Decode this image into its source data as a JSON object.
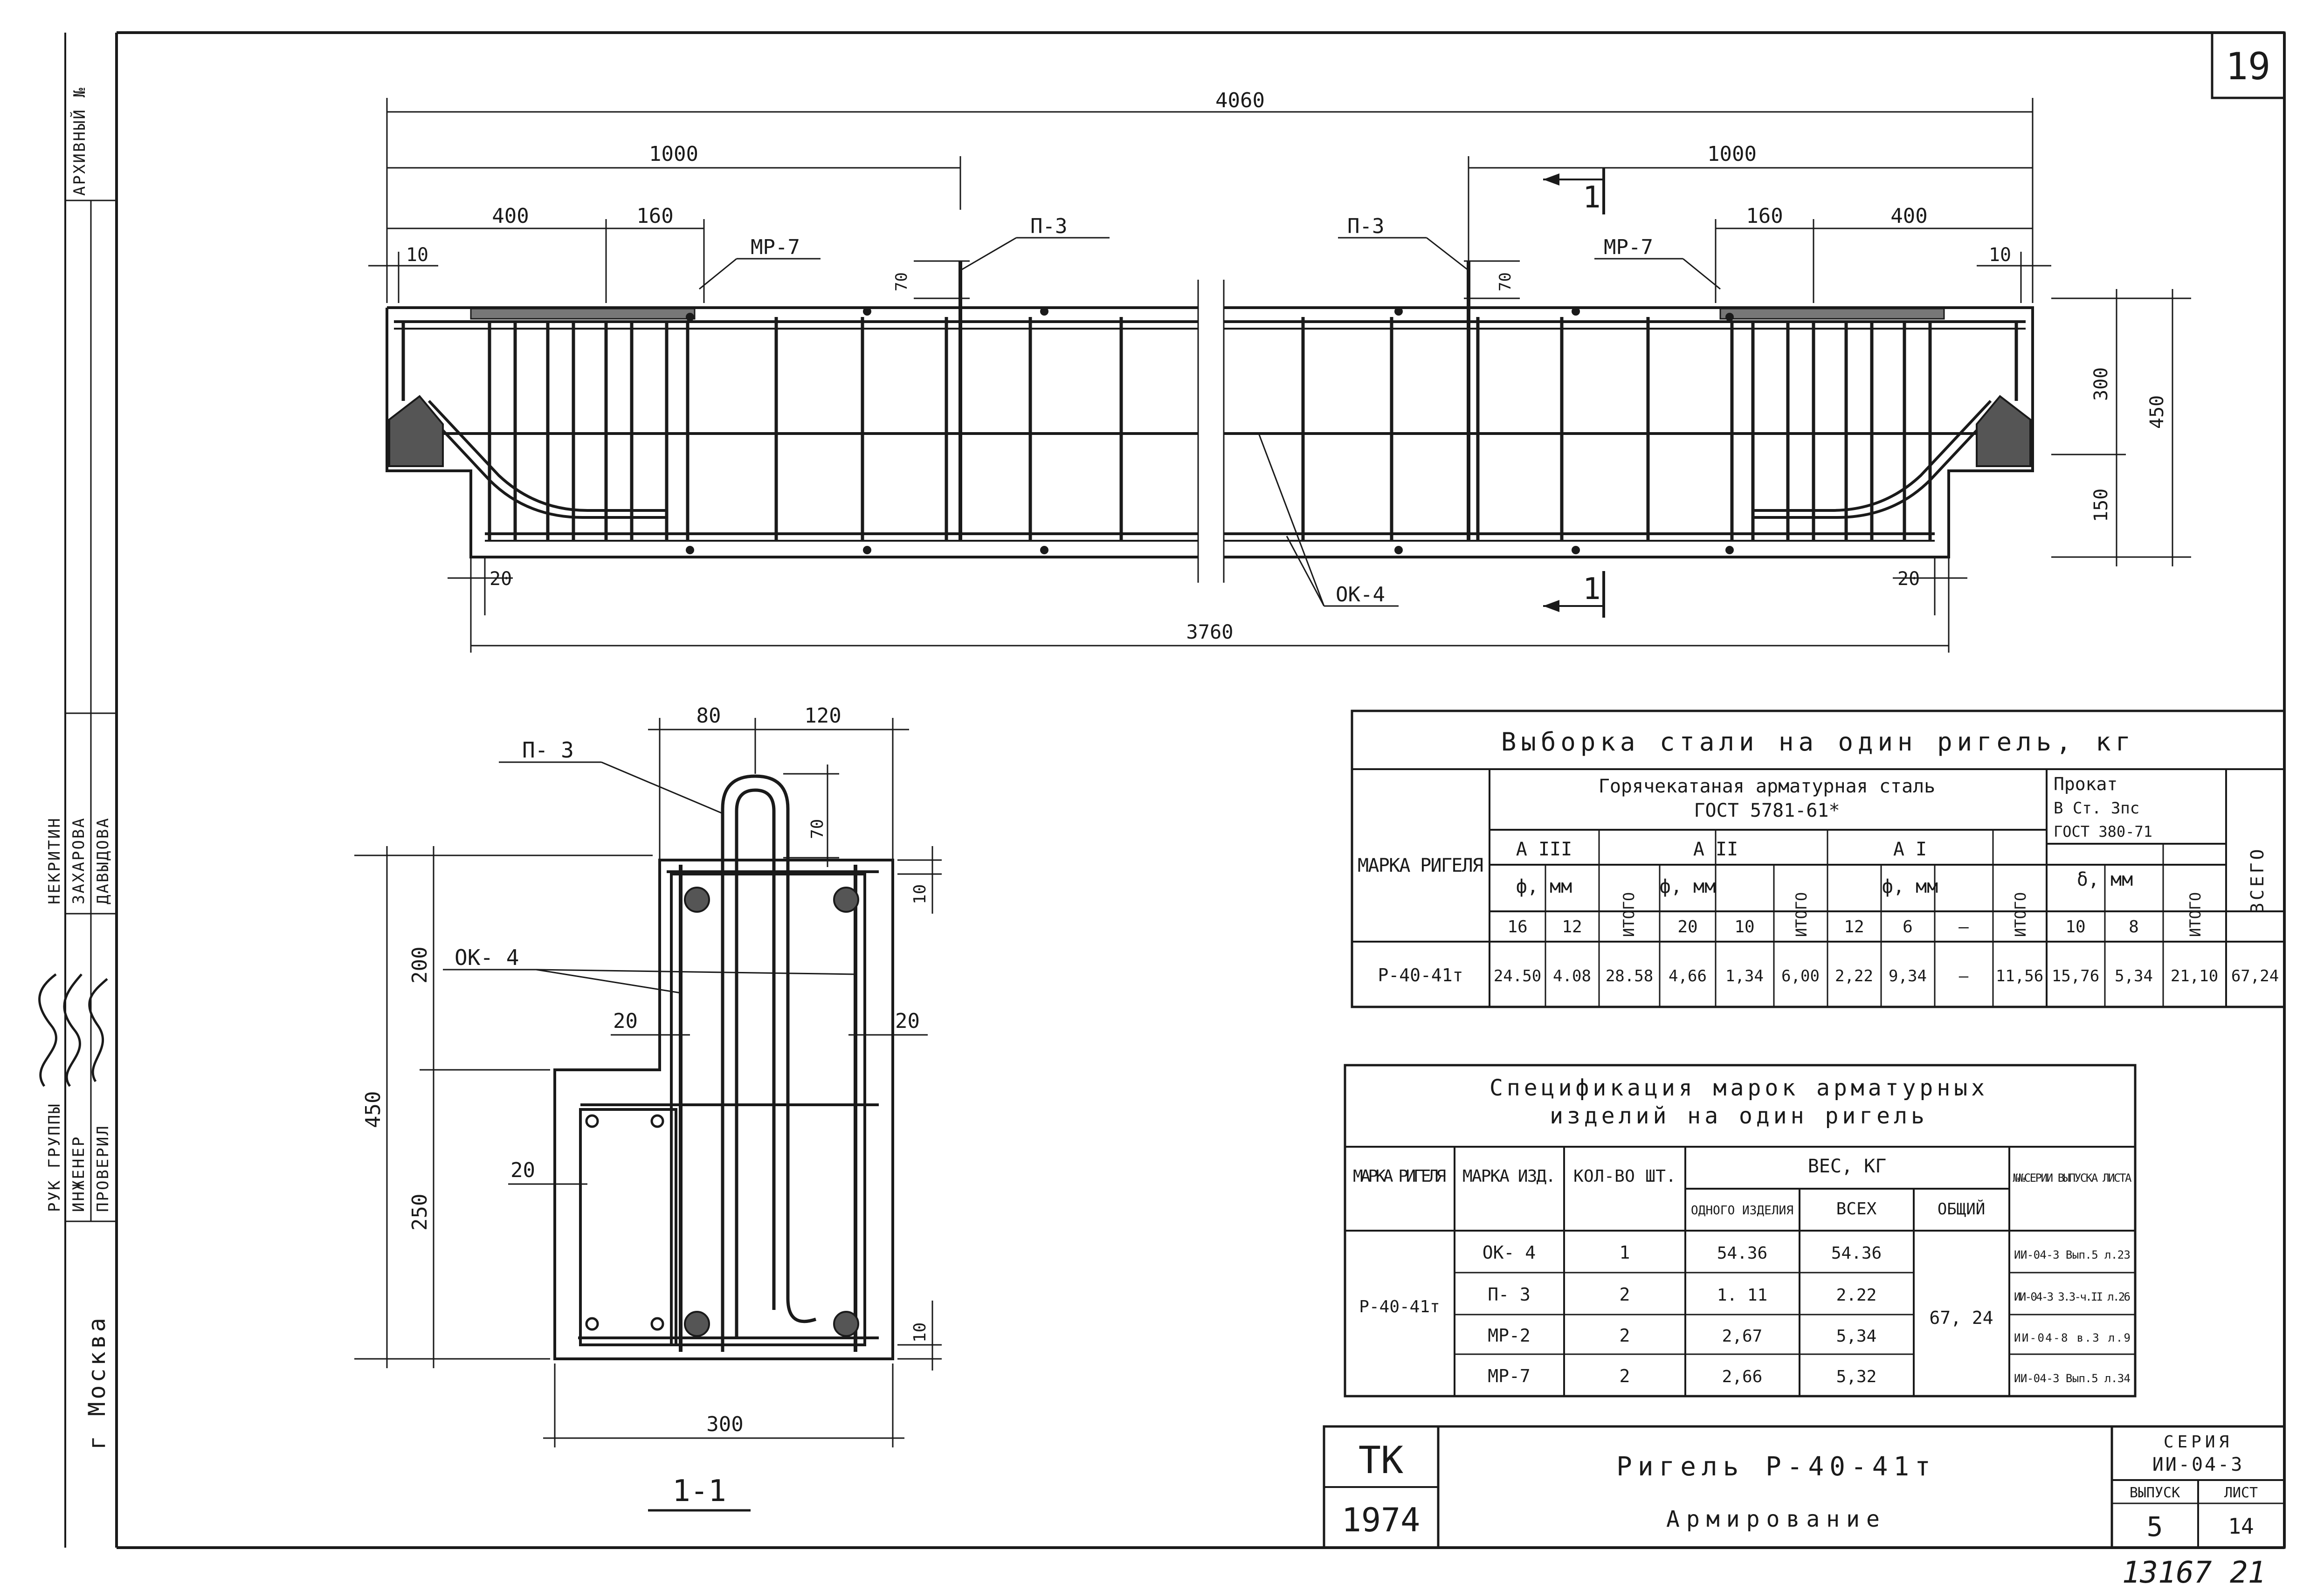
{
  "sheet_number": "19",
  "archive_label": "АРХИВНЫЙ №",
  "city": "г Москва",
  "roles": {
    "group_head": "РУК ГРУППЫ",
    "engineer": "ИНЖЕНЕР",
    "checked": "ПРОВЕРИЛ"
  },
  "people": {
    "group_head": "НЕКРИТИН",
    "engineer": "ЗАХАРОВА",
    "checked": "ДАВЫДОВА"
  },
  "elevation": {
    "dim_total": "4060",
    "dim_left_1000": "1000",
    "dim_right_1000": "1000",
    "dim_400_left": "400",
    "dim_160_left": "160",
    "dim_10_left": "10",
    "dim_160_right": "160",
    "dim_400_right": "400",
    "dim_10_right": "10",
    "dim_70_left": "70",
    "dim_70_right": "70",
    "dim_300": "300",
    "dim_450": "450",
    "dim_150": "150",
    "dim_20_left": "20",
    "dim_20_right": "20",
    "dim_3760": "3760",
    "label_mp7_left": "МР-7",
    "label_p3_left": "П-3",
    "label_p3_right": "П-3",
    "label_mp7_right": "МР-7",
    "label_ok4": "ОК-4",
    "section_mark_top": "1",
    "section_mark_bottom": "1"
  },
  "section": {
    "title": "1-1",
    "dim_80": "80",
    "dim_120": "120",
    "dim_70": "70",
    "dim_200": "200",
    "dim_450": "450",
    "dim_250": "250",
    "dim_10_top": "10",
    "dim_10_bottom": "10",
    "dim_20_a": "20",
    "dim_20_b": "20",
    "dim_20_c": "20",
    "dim_300": "300",
    "label_p3": "П- 3",
    "label_ok4": "ОК- 4"
  },
  "steel_table": {
    "title": "Выборка стали на один ригель, кг",
    "col_mark": "МАРКА РИГЕЛЯ",
    "group_hot": "Горячекатаная арматурная сталь",
    "gost_hot": "ГОСТ 5781-61*",
    "group_rolled": "Прокат",
    "rolled_grade": "В Ст. 3пс",
    "gost_rolled": "ГОСТ 380-71",
    "col_total": "ВСЕГО",
    "class_a3": "А III",
    "class_a2": "А II",
    "class_a1": "А I",
    "dia_label": "ф, мм",
    "delta_label": "δ, мм",
    "itogo": "ИТОГО",
    "diameters": [
      "16",
      "12",
      "20",
      "10",
      "12",
      "6",
      "—",
      "10",
      "8"
    ],
    "row": {
      "mark": "Р-40-41т",
      "values": [
        "24.50",
        "4.08",
        "28.58",
        "4,66",
        "1,34",
        "6,00",
        "2,22",
        "9,34",
        "—",
        "11,56",
        "15,76",
        "5,34",
        "21,10",
        "67,24"
      ]
    }
  },
  "spec_table": {
    "title_line1": "Спецификация марок арматурных",
    "title_line2": "изделий на один ригель",
    "col_mark_beam": "МАРКА РИГЕЛЯ",
    "col_mark_item": "МАРКА ИЗД.",
    "col_qty": "КОЛ-ВО ШТ.",
    "col_weight": "ВЕС, КГ",
    "col_one": "ОДНОГО ИЗДЕЛИЯ",
    "col_all": "ВСЕХ",
    "col_common": "ОБЩИЙ",
    "col_series": "№№СЕРИИ ВЫПУСКА ЛИСТА",
    "beam_mark": "Р-40-41т",
    "common_weight": "67, 24",
    "rows": [
      {
        "item": "ОК- 4",
        "qty": "1",
        "one": "54.36",
        "all": "54.36",
        "series": "ИИ-04-3 Вып.5 л.23"
      },
      {
        "item": "П- 3",
        "qty": "2",
        "one": "1. 11",
        "all": "2.22",
        "series": "ИИ-04-3 3.3-ч.II л.26"
      },
      {
        "item": "МР-2",
        "qty": "2",
        "one": "2,67",
        "all": "5,34",
        "series": "ИИ-04-8 в.3 л.9"
      },
      {
        "item": "МР-7",
        "qty": "2",
        "one": "2,66",
        "all": "5,32",
        "series": "ИИ-04-3 Вып.5 л.34"
      }
    ]
  },
  "title_block": {
    "org": "ТК",
    "year": "1974",
    "name": "Ригель Р-40-41т",
    "subtitle": "Армирование",
    "series_label": "СЕРИЯ",
    "series": "ИИ-04-3",
    "issue_label": "ВЫПУСК",
    "issue": "5",
    "sheet_label": "ЛИСТ",
    "sheet": "14"
  },
  "footer_code": "13167 21"
}
